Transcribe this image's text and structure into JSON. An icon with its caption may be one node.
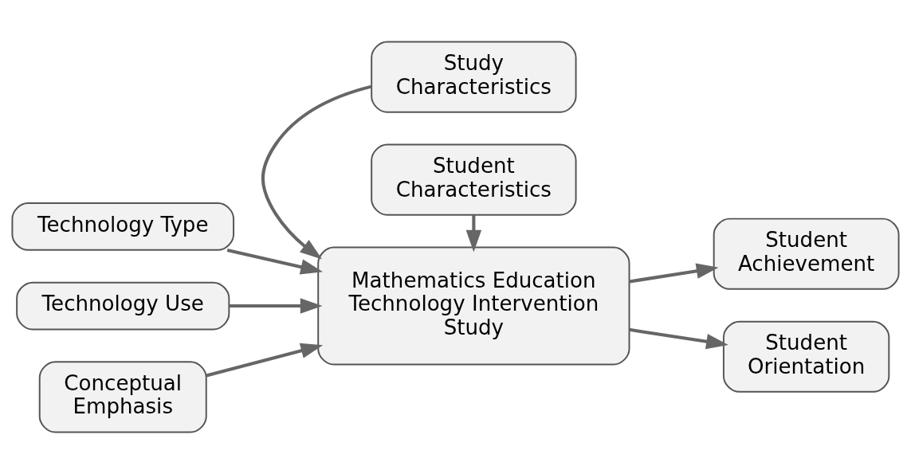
{
  "diagram": {
    "nodes": [
      {
        "text": [
          "Study Characteristics"
        ]
      },
      {
        "text": [
          "Technology Type"
        ]
      },
      {
        "text": [
          "Technology Use"
        ]
      },
      {
        "text": [
          "Conceptual Emphasis"
        ]
      },
      {
        "text": [
          "Mathematics Education Technology Intervention Study"
        ]
      },
      {
        "text": [
          "Student Achievement"
        ]
      },
      {
        "text": [
          "Student Orientation"
        ]
      },
      {
        "text": [
          "Student Characteristics"
        ]
      }
    ],
    "edges": [
      {
        "from": 0,
        "to": 4,
        "arrow": "to"
      },
      {
        "from": 1,
        "to": 4,
        "arrow": "to"
      },
      {
        "from": 2,
        "to": 4,
        "arrow": "to"
      },
      {
        "from": 3,
        "to": 4,
        "arrow": "to"
      },
      {
        "from": 4,
        "to": 5,
        "arrow": "to"
      },
      {
        "from": 4,
        "to": 6,
        "arrow": "to"
      },
      {
        "from": 7,
        "to": 4,
        "arrow": "to"
      }
    ]
  }
}
